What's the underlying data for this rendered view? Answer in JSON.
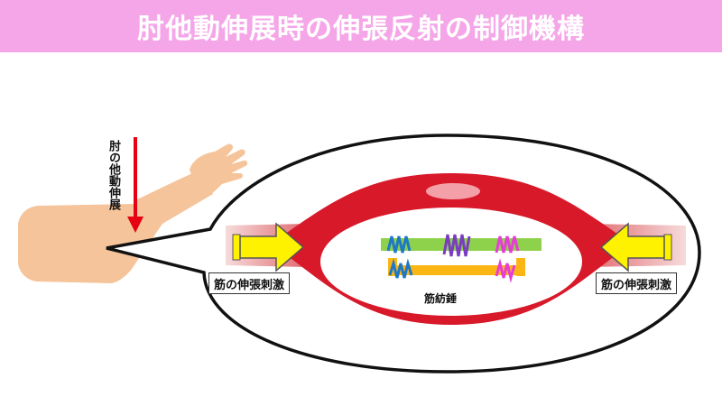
{
  "title": "肘他動伸展時の伸張反射の制御機構",
  "arrow_label": "肘の他動伸展",
  "stimulus_left": "筋の伸張刺激",
  "stimulus_right": "筋の伸張刺激",
  "spindle_label": "筋紡錘",
  "colors": {
    "title_bar": "#f5a6e8",
    "muscle": "#d8192a",
    "skin": "#f6c49a",
    "arrow_red": "#e60012",
    "stretch_arrow": "#fff200",
    "fiber_green": "#8ed24b",
    "fiber_orange": "#fbb614",
    "coil_blue": "#1e78c8",
    "coil_purple": "#7a3cc0",
    "coil_magenta": "#e83cd8"
  }
}
